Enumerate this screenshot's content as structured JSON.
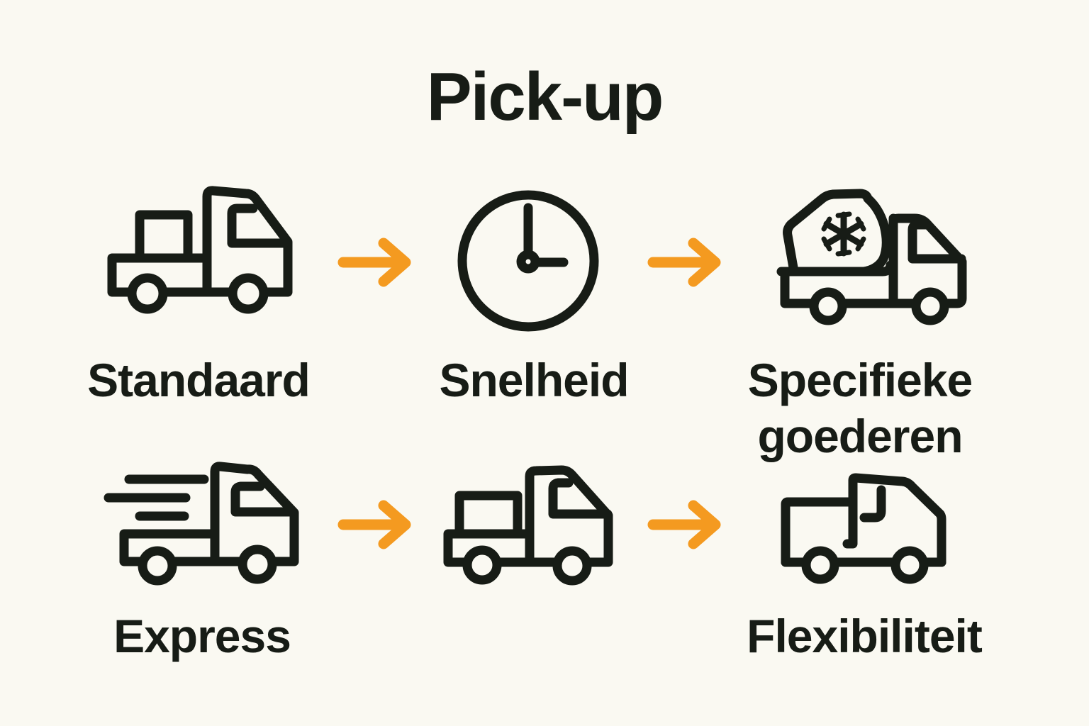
{
  "colors": {
    "bg": "#FAF9F2",
    "ink": "#171C16",
    "accent": "#F49A20"
  },
  "title": "Pick-up",
  "rows": [
    {
      "items": [
        {
          "icon": "box-truck-icon",
          "label": "Standaard"
        },
        {
          "icon": "clock-icon",
          "label": "Snelheid"
        },
        {
          "icon": "refrigerated-truck-icon",
          "label": "Specifieke\ngoederen"
        }
      ],
      "arrows": [
        "arrow-right-icon",
        "arrow-right-icon"
      ]
    },
    {
      "items": [
        {
          "icon": "speeding-truck-icon",
          "label": "Express"
        },
        {
          "icon": "loaded-box-truck-icon",
          "label": ""
        },
        {
          "icon": "pickup-truck-icon",
          "label": "Flexibiliteit"
        }
      ],
      "arrows": [
        "arrow-right-icon",
        "arrow-right-icon"
      ]
    }
  ]
}
